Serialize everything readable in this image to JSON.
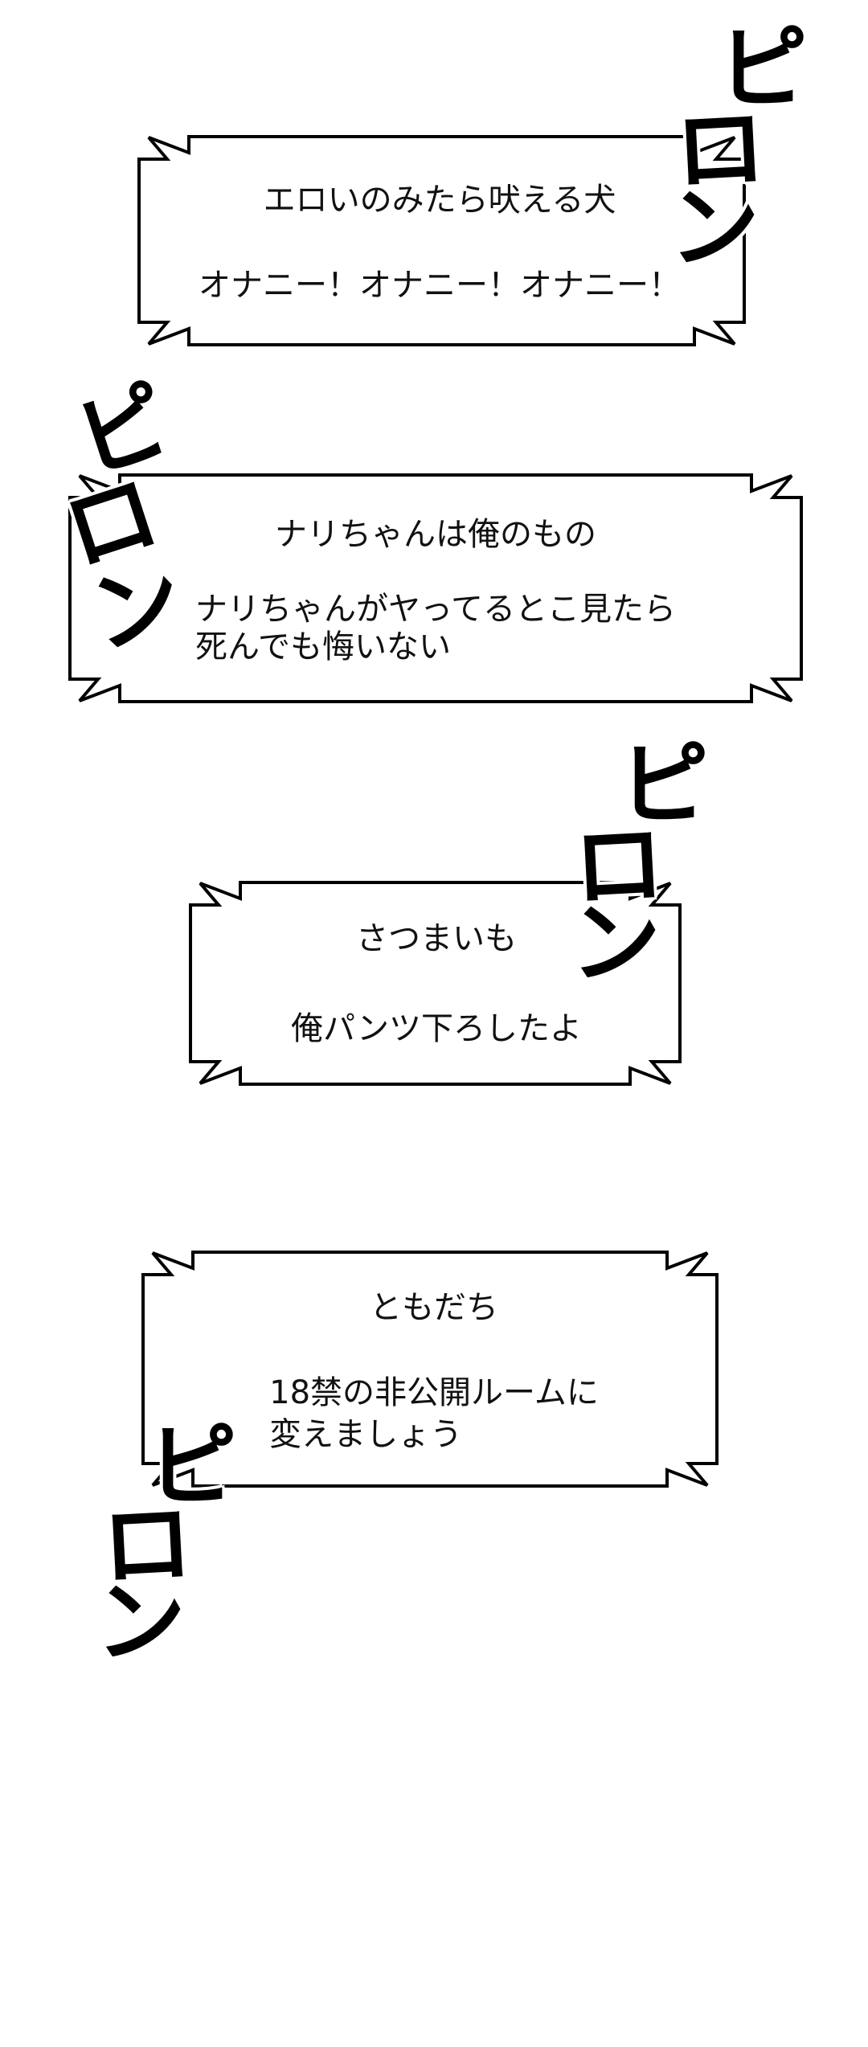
{
  "page": {
    "background": "#ffffff",
    "ink": "#000000"
  },
  "notifications": [
    {
      "title": "エロいのみたら吠える犬",
      "message": [
        "オナニー！オナニー！オナニー！"
      ],
      "sfx_text": "ピロン",
      "sfx": [
        "ピ",
        "ロ",
        "ン"
      ]
    },
    {
      "title": "ナリちゃんは俺のもの",
      "message": [
        "ナリちゃんがヤってるとこ見たら",
        "死んでも悔いない"
      ],
      "sfx_text": "ピロン",
      "sfx": [
        "ピ",
        "ロ",
        "ン"
      ]
    },
    {
      "title": "さつまいも",
      "message": [
        "俺パンツ下ろしたよ"
      ],
      "sfx_text": "ピロン",
      "sfx": [
        "ピ",
        "ロ",
        "ン"
      ]
    },
    {
      "title": "ともだち",
      "message": [
        "18禁の非公開ルームに",
        "変えましょう"
      ],
      "sfx_text": "ピロン",
      "sfx": [
        "ピ",
        "ロ",
        "ン"
      ]
    }
  ]
}
